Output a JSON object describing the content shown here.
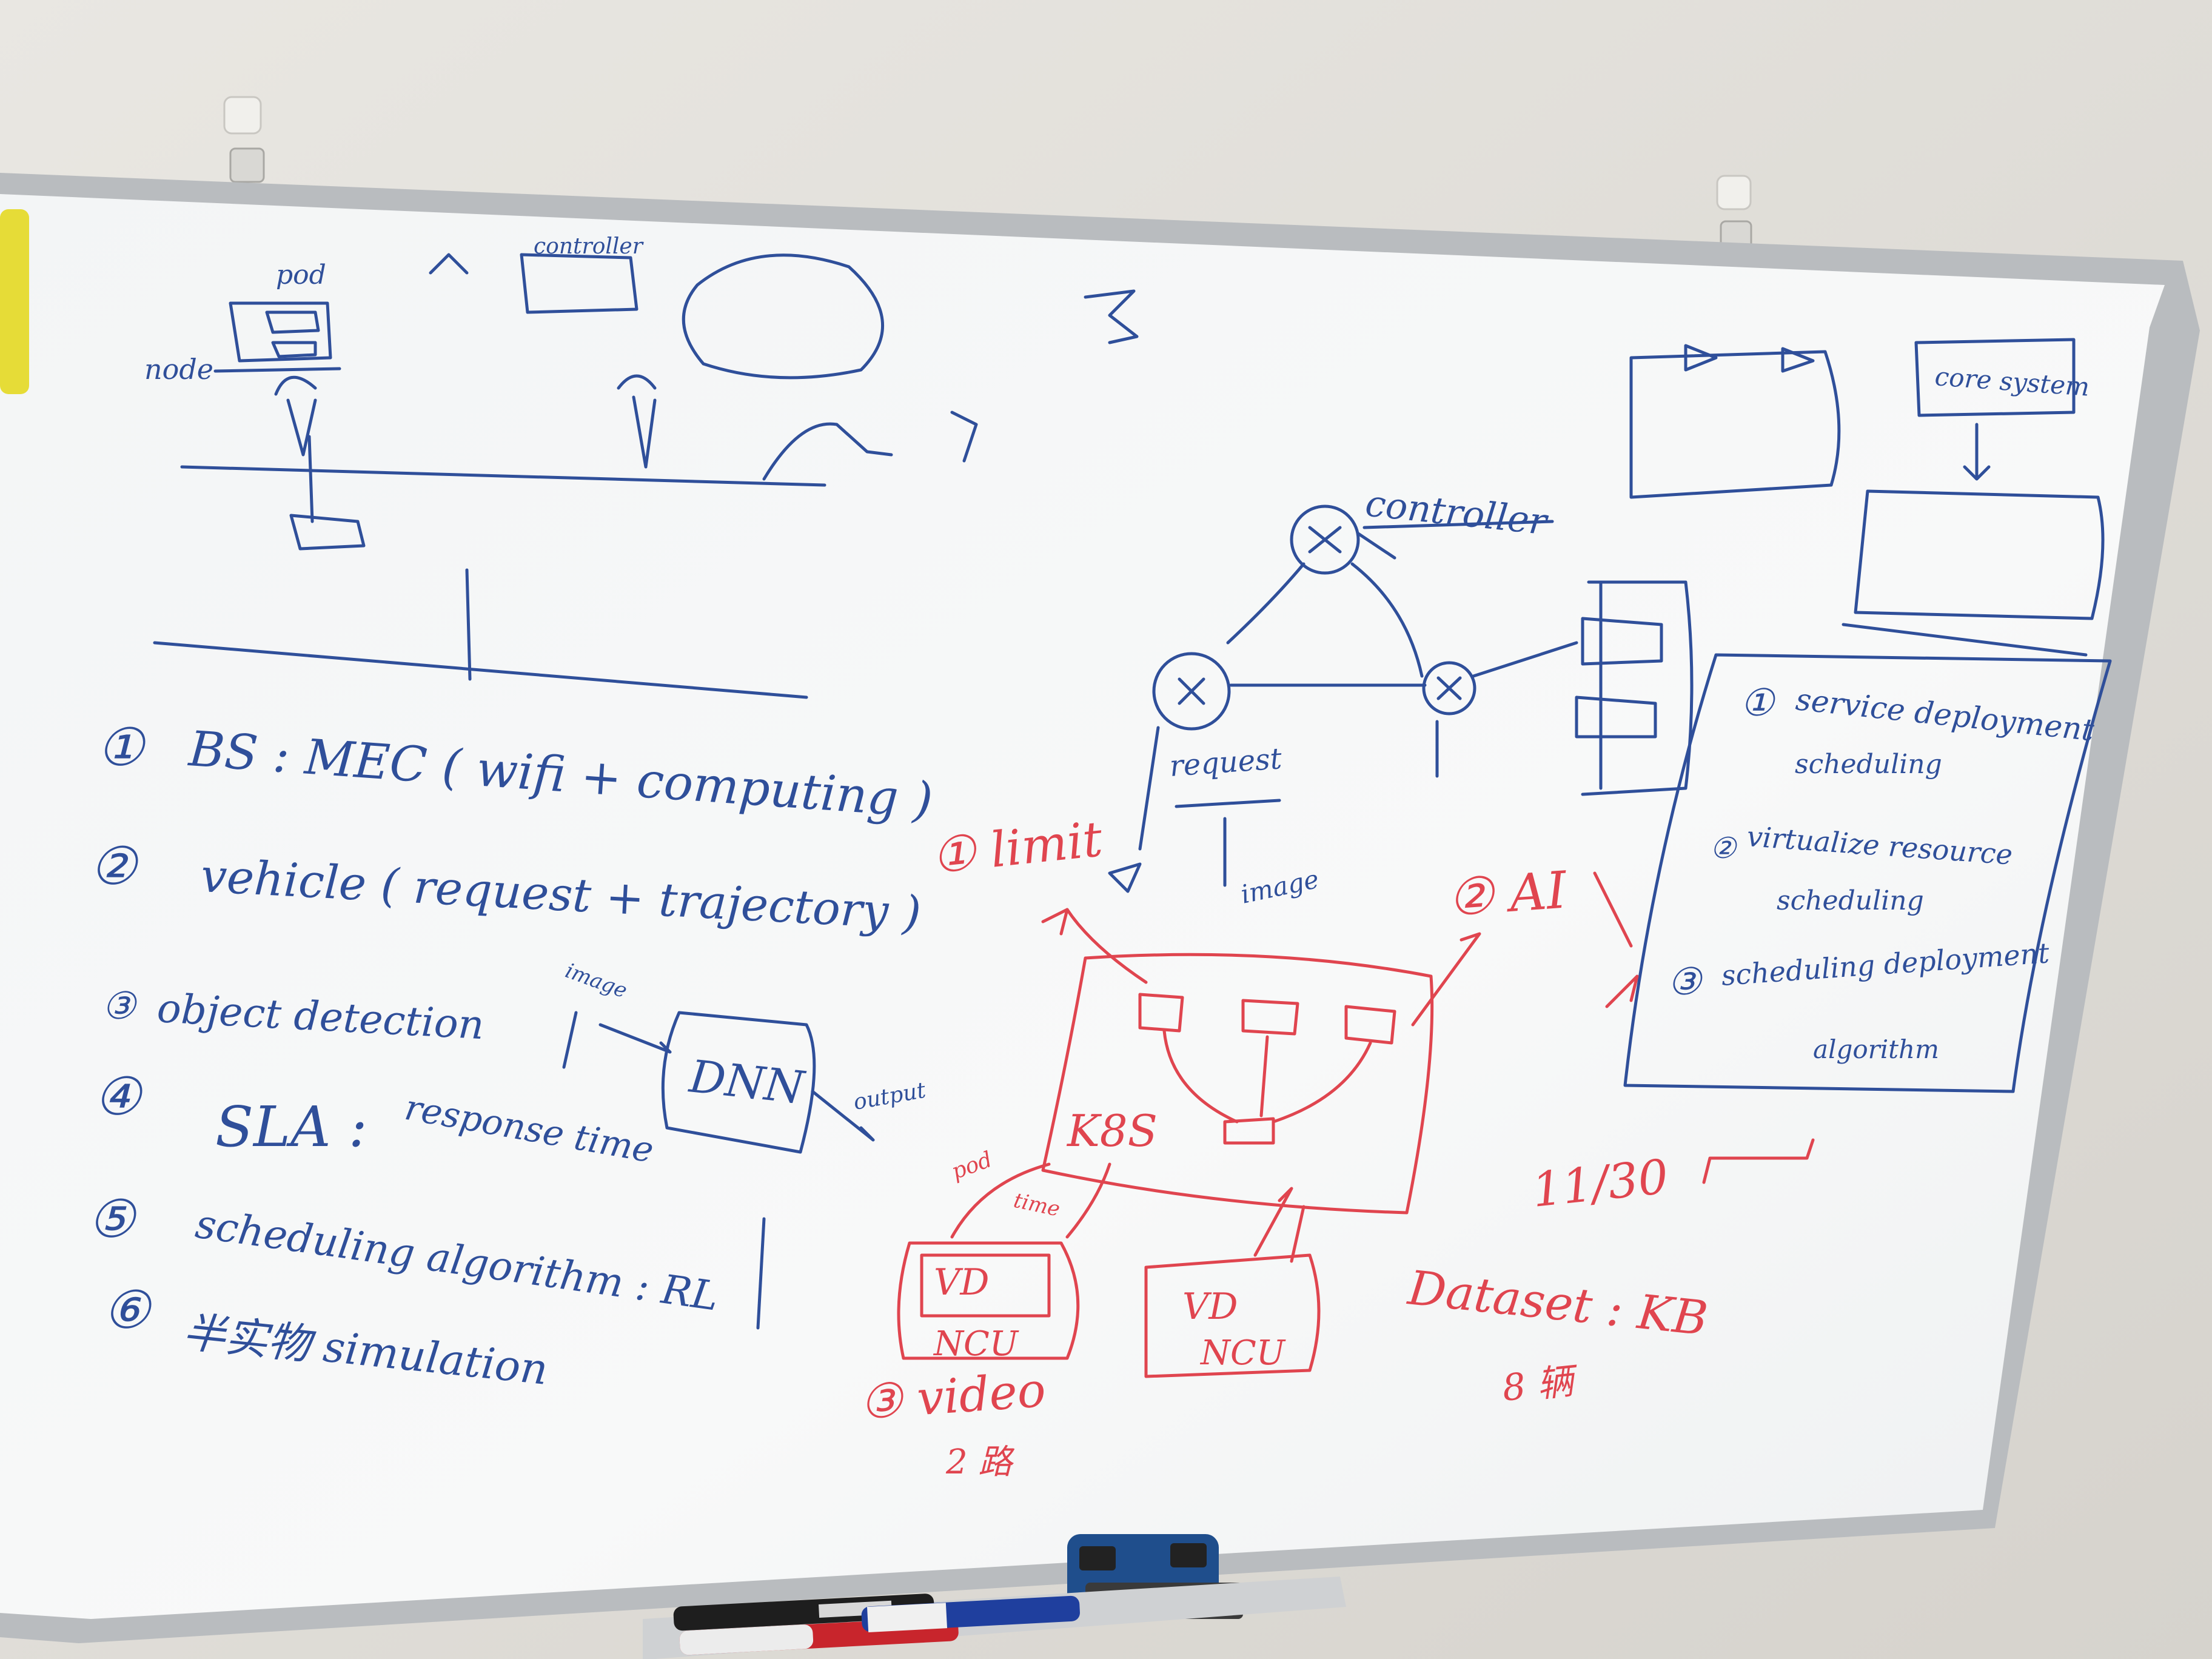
{
  "board": {
    "top_left": {
      "pod": "pod",
      "node": "node",
      "controller": "controller"
    },
    "list": {
      "item1_num": "①",
      "item1": "BS : MEC ( wifi + computing )",
      "item2_num": "②",
      "item2": "vehicle ( request + trajectory )",
      "item3_num": "③",
      "item3": "object detection",
      "item4_num": "④",
      "item4": "SLA :",
      "item4_sub": "response time",
      "item5_num": "⑤",
      "item5": "scheduling algorithm : RL",
      "item6_num": "⑥",
      "item6": "半实物 simulation"
    },
    "dnn": {
      "box": "DNN",
      "image": "image",
      "output": "output"
    },
    "network": {
      "controller": "controller",
      "request": "request",
      "image": "image"
    },
    "right_box": {
      "core_system": "core system",
      "item1_num": "①",
      "item1": "service deployment",
      "item1b": "scheduling",
      "item2_num": "②",
      "item2": "virtualize resource",
      "item2b": "scheduling",
      "item3_num": "③",
      "item3": "scheduling deployment",
      "item3b": "algorithm"
    },
    "red": {
      "limit": "① limit",
      "ai": "② AI",
      "k8s": "K8S",
      "pod": "pod",
      "time": "time",
      "vd1": "VD",
      "ncu1": "NCU",
      "vd2": "VD",
      "ncu2": "NCU",
      "video": "③ video",
      "video_sub": "2 路",
      "date": "11/30",
      "dataset": "Dataset : KB",
      "cars": "8 辆"
    }
  },
  "markers": [
    {
      "name": "black-marker",
      "color": "#1e1e1e"
    },
    {
      "name": "red-marker",
      "color": "#c8252c"
    },
    {
      "name": "blue-marker",
      "color": "#1f3f9e"
    }
  ],
  "colors": {
    "ink_blue": "#2f4f9a",
    "ink_red": "#e0454f",
    "board": "#f5f6f6",
    "frame": "#b9bcbf",
    "wall": "#e3e1dd",
    "eraser": "#1f4e8c"
  }
}
